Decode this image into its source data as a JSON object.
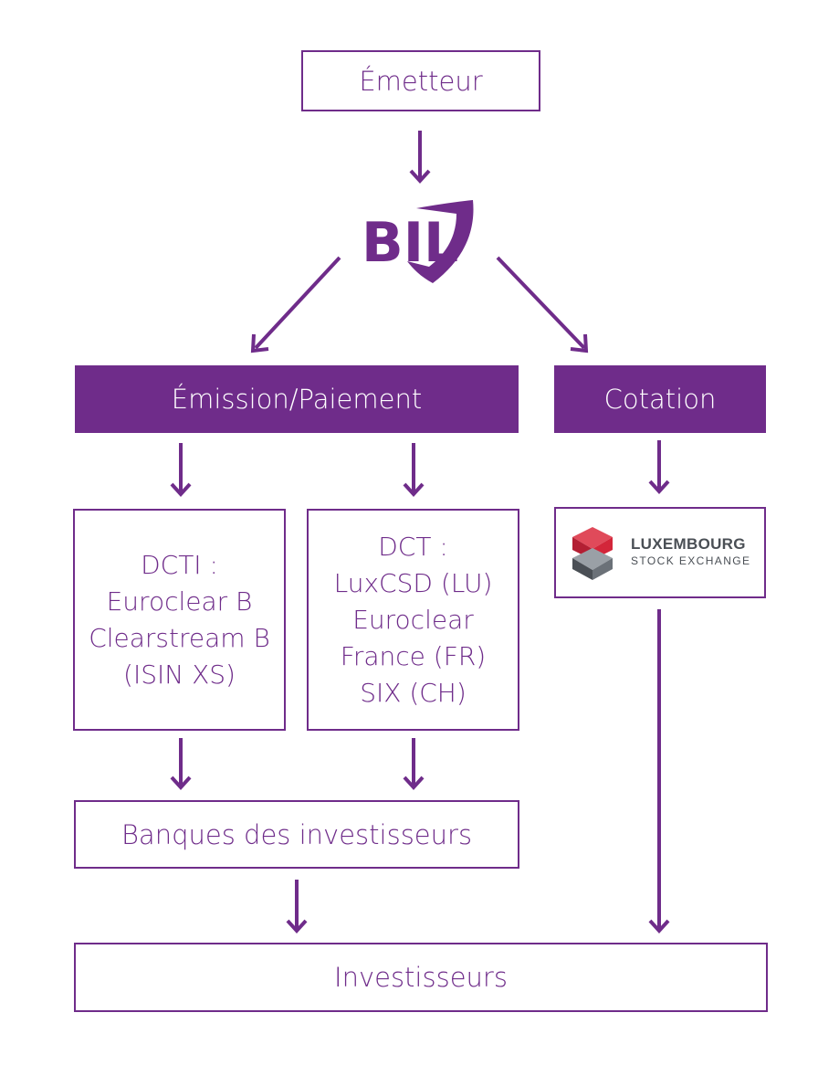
{
  "colors": {
    "accent": "#6f2c8a",
    "lux_red": "#d3263a",
    "lux_grey": "#4a4f55"
  },
  "nodes": {
    "emetteur": "Émetteur",
    "emission": "Émission/Paiement",
    "cotation": "Cotation",
    "dcti": [
      "DCTI :",
      "Euroclear B",
      "Clearstream B",
      "(ISIN XS)"
    ],
    "dct": [
      "DCT :",
      "LuxCSD (LU)",
      "Euroclear",
      "France (FR)",
      "SIX (CH)"
    ],
    "banques": "Banques des investisseurs",
    "investisseurs": "Investisseurs"
  },
  "logos": {
    "bil": {
      "text": "BIL",
      "icon": "bil-shield-logo"
    },
    "lux": {
      "line1": "LUXEMBOURG",
      "line2": "STOCK EXCHANGE",
      "icon": "luxembourg-stock-exchange-logo"
    }
  }
}
